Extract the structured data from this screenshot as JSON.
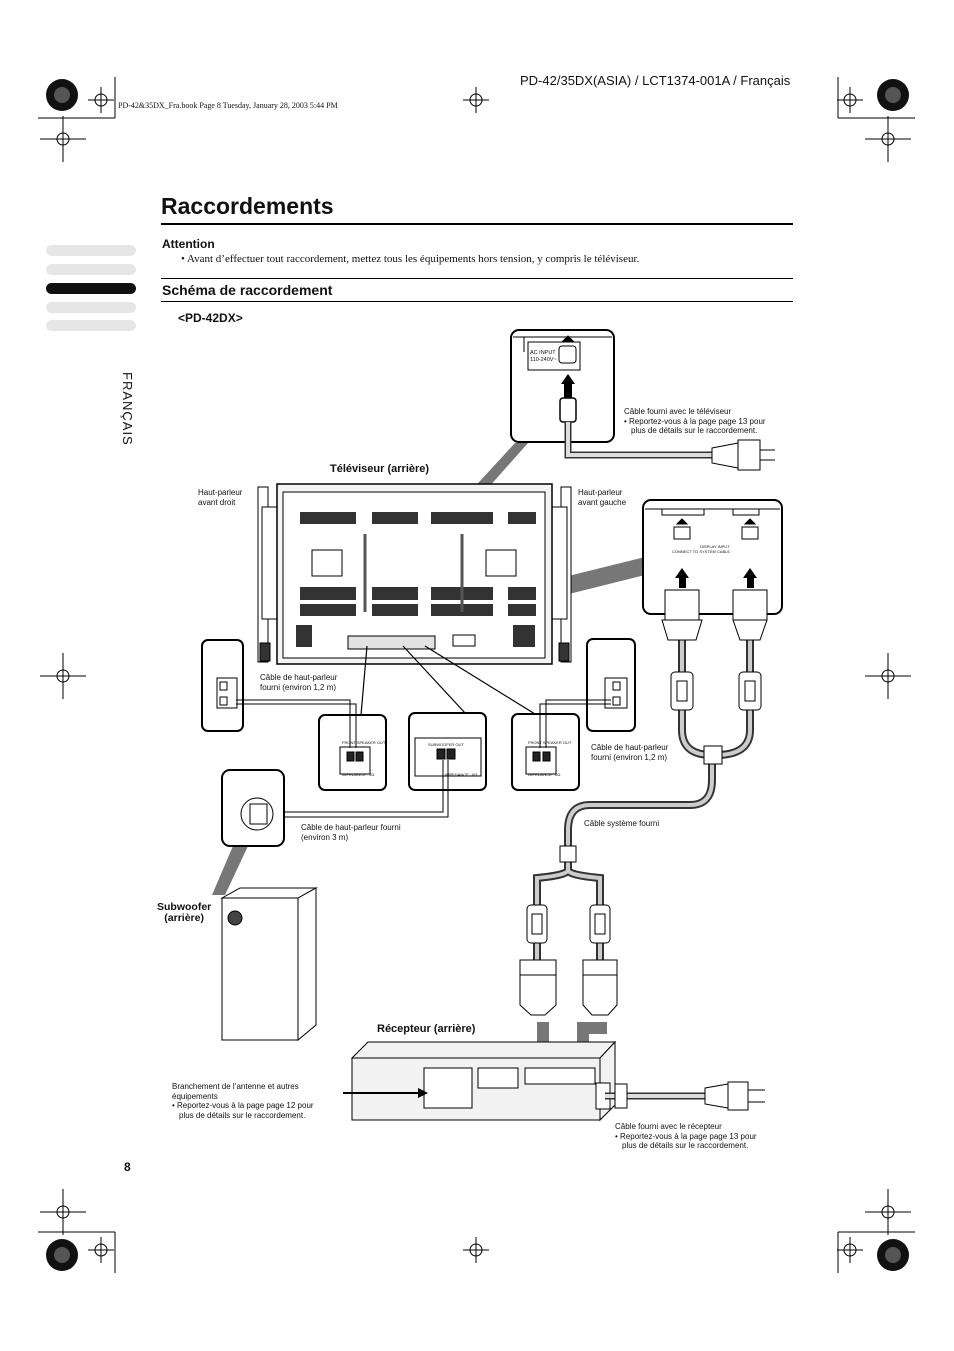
{
  "header": {
    "doc_code": "PD-42/35DX(ASIA) / LCT1374-001A / Français",
    "book_line": "PD-42&35DX_Fra.book  Page 8  Tuesday, January 28, 2003  5:44 PM"
  },
  "page": {
    "title": "Raccordements",
    "page_number": "8",
    "side_label": "FRANÇAIS"
  },
  "attention": {
    "heading": "Attention",
    "bullet": "•  Avant d’effectuer tout raccordement, mettez tous les équipements hors tension, y compris le téléviseur."
  },
  "section": {
    "heading": "Schéma de raccordement",
    "model": "<PD-42DX>"
  },
  "diagram": {
    "tv_label": "Téléviseur (arrière)",
    "receiver_label": "Récepteur (arrière)",
    "subwoofer_label_1": "Subwoofer",
    "subwoofer_label_2": "(arrière)",
    "speaker_right_1": "Haut-parleur",
    "speaker_right_2": "avant droit",
    "speaker_left_1": "Haut-parleur",
    "speaker_left_2": "avant gauche",
    "tv_power_cable_1": "Câble fourni avec le téléviseur",
    "tv_power_cable_2": "•  Reportez-vous à la page page 13 pour",
    "tv_power_cable_3": "plus de détails sur le raccordement.",
    "speaker_cable_left_1": "Câble de haut-parleur",
    "speaker_cable_left_2": "fourni (environ 1,2 m)",
    "speaker_cable_right_1": "Câble de haut-parleur",
    "speaker_cable_right_2": "fourni (environ 1,2 m)",
    "speaker_cable_sub_1": "Câble de haut-parleur fourni",
    "speaker_cable_sub_2": "(environ 3 m)",
    "system_cable": "Câble système fourni",
    "antenna_1": "Branchement de l’antenne et autres",
    "antenna_2": "équipements",
    "antenna_3": "•  Reportez-vous à la page page 12 pour",
    "antenna_4": "plus de détails sur le raccordement.",
    "rx_power_cable_1": "Câble fourni avec le récepteur",
    "rx_power_cable_2": "•  Reportez-vous à la page page 13 pour",
    "rx_power_cable_3": "plus de détails sur le raccordement.",
    "ac_input": "AC INPUT",
    "ac_input_voltage": "110-240V~",
    "display_input": "DISPLAY INPUT",
    "connect_to_system": "CONNECT TO SYSTEM CABLE",
    "front_speaker_out": "FRONT SPEAKER OUT",
    "subwoofer_out": "SUBWOOFER OUT",
    "impedance": "IMPEDANCE : 6Ω"
  }
}
